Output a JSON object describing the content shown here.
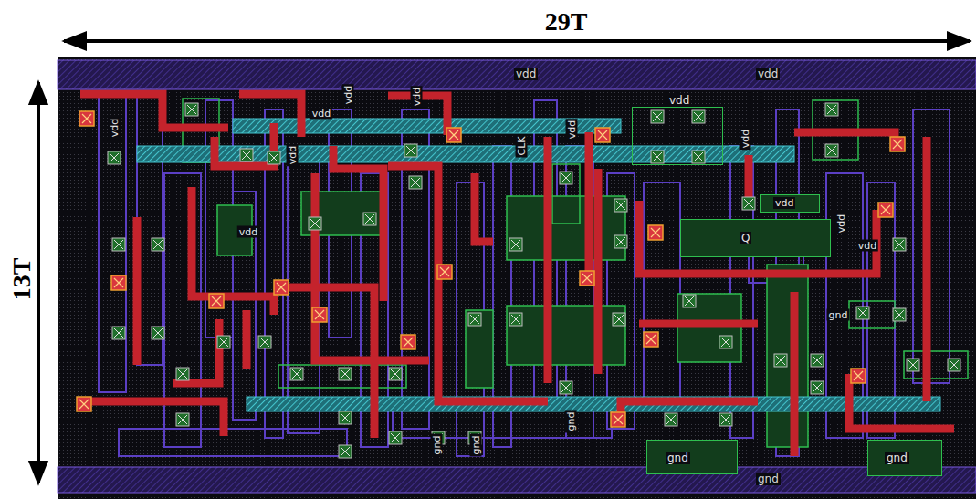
{
  "diagram": {
    "nodes": [
      {
        "text": [
          "vdd",
          "vdd"
        ]
      },
      {
        "text": [
          "gnd"
        ]
      },
      {
        "text": [
          "vdd"
        ]
      },
      {
        "text": [
          "Q"
        ]
      },
      {
        "text": [
          "vdd"
        ]
      },
      {
        "text": [
          "gnd"
        ]
      },
      {
        "text": [
          "gnd"
        ]
      }
    ],
    "labels": [
      "29T",
      "13T",
      "vdd",
      "vdd",
      "vdd",
      "vdd",
      "vdd",
      "vdd",
      "CLK",
      "vdd",
      "vdd",
      "vdd",
      "vdd",
      "gnd",
      "gnd",
      "gnd",
      "gnd"
    ]
  }
}
